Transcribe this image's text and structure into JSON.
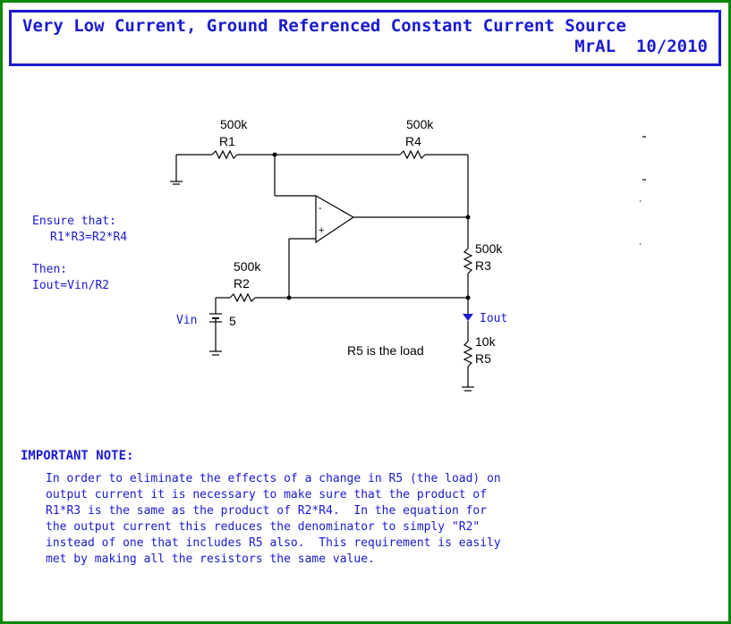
{
  "title": {
    "line1": "Very Low Current, Ground Referenced Constant Current Source",
    "line2": "MrAL  10/2010"
  },
  "left_notes": {
    "ensure": "Ensure that:",
    "condition": "R1*R3=R2*R4",
    "then": "Then:",
    "formula": "Iout=Vin/R2"
  },
  "components": {
    "r1": {
      "value": "500k",
      "name": "R1"
    },
    "r4": {
      "value": "500k",
      "name": "R4"
    },
    "r2": {
      "value": "500k",
      "name": "R2"
    },
    "r3": {
      "value": "500k",
      "name": "R3"
    },
    "r5": {
      "value": "10k",
      "name": "R5"
    },
    "vin": {
      "name": "Vin",
      "value": "5"
    },
    "opamp": {
      "minus": "-",
      "plus": "+"
    },
    "iout": "Iout",
    "load_note": "R5 is the load"
  },
  "important": {
    "heading": "IMPORTANT NOTE:",
    "lines": [
      "In order to eliminate the effects of a change in R5 (the load) on",
      "output current it is necessary to make sure that the product of",
      "R1*R3 is the same as the product of R2*R4.  In the equation for",
      "the output current this reduces the denominator to simply \"R2\"",
      "instead of one that includes R5 also.  This requirement is easily",
      "met by making all the resistors the same value."
    ]
  },
  "colors": {
    "frame": "#0a8a0a",
    "accent": "#1a1ad0"
  }
}
